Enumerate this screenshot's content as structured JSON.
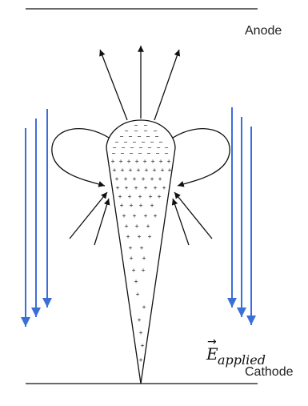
{
  "labels": {
    "anode": "Anode",
    "cathode": "Cathode",
    "field": {
      "symbol": "E",
      "vector_mark": "→",
      "subscript": "applied"
    }
  },
  "charges": {
    "negative": "−",
    "positive": "+"
  },
  "colors": {
    "field_arrows": "#3a6fd8",
    "lines": "#111111"
  }
}
